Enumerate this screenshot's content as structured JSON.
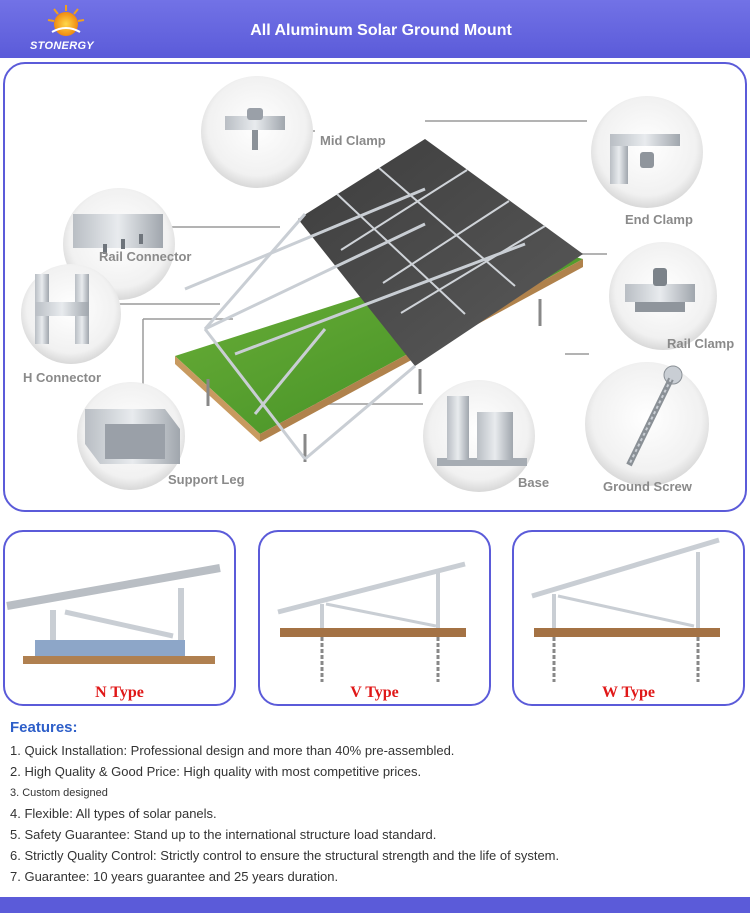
{
  "header": {
    "title": "All Aluminum Solar Ground Mount",
    "brand": "STONERGY"
  },
  "parts": {
    "mid_clamp": "Mid Clamp",
    "end_clamp": "End Clamp",
    "rail_connector": "Rail Connector",
    "rail_clamp": "Rail Clamp",
    "h_connector": "H Connector",
    "support_leg": "Support Leg",
    "base": "Base",
    "ground_screw": "Ground Screw"
  },
  "types": [
    {
      "label": "N Type"
    },
    {
      "label": "V Type"
    },
    {
      "label": "W Type"
    }
  ],
  "features": {
    "title": "Features:",
    "items": [
      "1. Quick Installation:  Professional design and more than 40% pre-assembled.",
      "2. High Quality & Good Price: High quality with most competitive prices.",
      "3. Custom designed",
      "4. Flexible: All types of solar panels.",
      "5. Safety Guarantee:  Stand up to the international structure load standard.",
      "6. Strictly Quality Control: Strictly control  to ensure the structural strength and the life of system.",
      "7. Guarantee: 10 years guarantee and 25 years duration."
    ]
  },
  "colors": {
    "brand_blue": "#5b5bd9",
    "feature_title": "#2e5fc9",
    "type_label": "#e01818"
  }
}
